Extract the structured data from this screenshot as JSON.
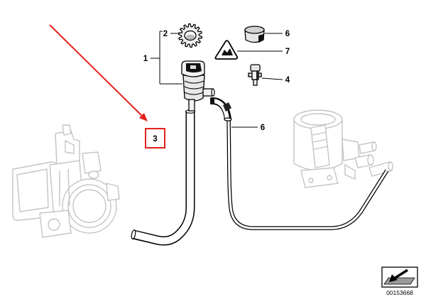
{
  "callouts": {
    "item1": "1",
    "item2": "2",
    "item3": "3",
    "item4": "4",
    "item6_cap": "6",
    "item6_hose": "6",
    "item7": "7"
  },
  "diagram_number": "00153668",
  "highlighted_item": "3",
  "colors": {
    "highlight": "#e3211c",
    "line_art": "#000000",
    "ghosted_parts": "#c4c4c4"
  },
  "icons": [
    "sticker-triangle-icon",
    "view-direction-icon"
  ]
}
